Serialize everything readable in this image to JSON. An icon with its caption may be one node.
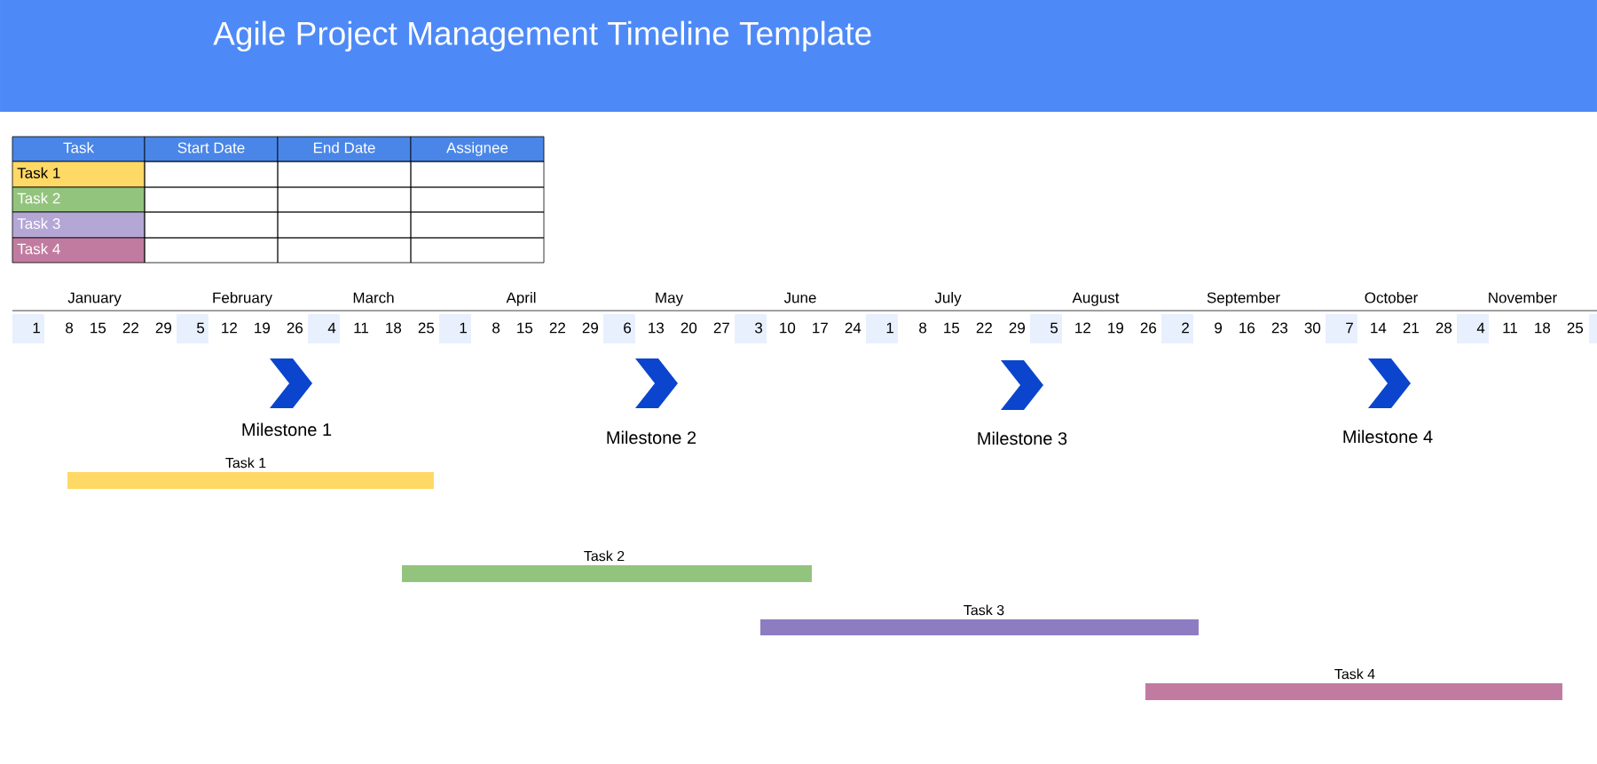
{
  "diagram": {
    "title": "Agile Project Management Timeline Template",
    "nodes": [
      {
        "text": [
          "Milestone 1"
        ]
      },
      {
        "text": [
          "Milestone 2"
        ]
      },
      {
        "text": [
          "Milestone 3"
        ]
      },
      {
        "text": [
          "Milestone 4"
        ]
      },
      {
        "text": [
          "Task 1"
        ]
      },
      {
        "text": [
          "Task 2"
        ]
      },
      {
        "text": [
          "Task 3"
        ]
      },
      {
        "text": [
          "Task 4"
        ]
      }
    ],
    "labels": [
      "Task",
      "Start Date",
      "End Date",
      "Assignee",
      "Task 1",
      "Task 2",
      "Task 3",
      "Task 4",
      "January",
      "February",
      "March",
      "April",
      "May",
      "June",
      "July",
      "August",
      "September",
      "October",
      "November",
      "1",
      "8",
      "15",
      "22",
      "29",
      "5",
      "12",
      "19",
      "26",
      "4",
      "11",
      "18",
      "25",
      "1",
      "8",
      "15",
      "22",
      "29",
      "6",
      "13",
      "20",
      "27",
      "3",
      "10",
      "17",
      "24",
      "1",
      "8",
      "15",
      "22",
      "29",
      "5",
      "12",
      "19",
      "26",
      "2",
      "9",
      "16",
      "23",
      "30",
      "7",
      "14",
      "21",
      "28",
      "4",
      "11",
      "18",
      "25"
    ]
  }
}
